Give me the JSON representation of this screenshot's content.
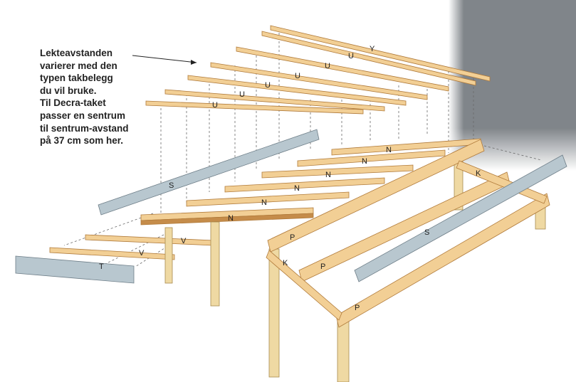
{
  "note": {
    "lines": [
      "Lekteavstanden",
      "varierer med den",
      "typen takbelegg",
      "du vil bruke.",
      "Til Decra-taket",
      "passer en sentrum",
      "til sentrum-avstand",
      "på 37 cm som her."
    ]
  },
  "labels": {
    "y": "Y",
    "u": "U",
    "n": "N",
    "s": "S",
    "v": "V",
    "t": "T",
    "p": "P",
    "k": "K"
  },
  "colors": {
    "wood": "#f2cf95",
    "wood_dark": "#c58c4a",
    "metal": "#b8c7cf",
    "shadow": "#80858a"
  }
}
